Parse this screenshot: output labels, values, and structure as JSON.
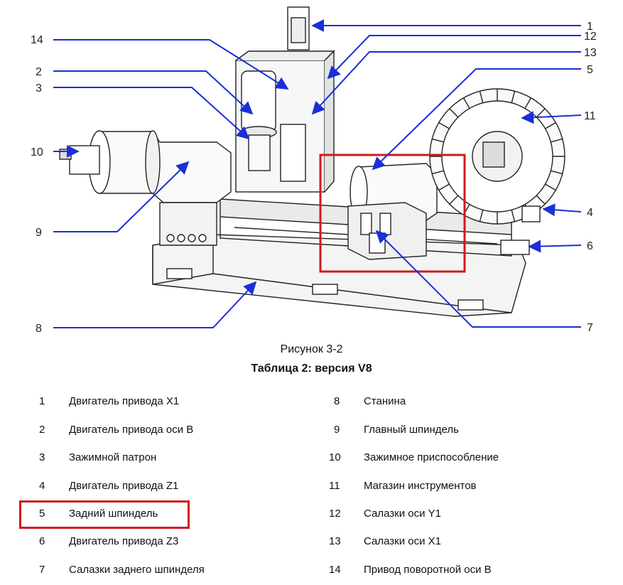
{
  "figure": {
    "callouts": [
      "1",
      "2",
      "3",
      "4",
      "5",
      "6",
      "7",
      "8",
      "9",
      "10",
      "11",
      "12",
      "13",
      "14"
    ],
    "highlight_color": "#d0191f",
    "arrow_color": "#1a2fd6"
  },
  "caption": "Рисунок 3-2",
  "table_title": "Таблица 2: версия V8",
  "legend": {
    "left": [
      {
        "num": "1",
        "text": "Двигатель привода X1"
      },
      {
        "num": "2",
        "text": "Двигатель привода оси B"
      },
      {
        "num": "3",
        "text": "Зажимной патрон"
      },
      {
        "num": "4",
        "text": "Двигатель привода Z1"
      },
      {
        "num": "5",
        "text": "Задний шпиндель"
      },
      {
        "num": "6",
        "text": "Двигатель привода Z3"
      },
      {
        "num": "7",
        "text": "Салазки заднего шпинделя"
      }
    ],
    "right": [
      {
        "num": "8",
        "text": "Станина"
      },
      {
        "num": "9",
        "text": "Главный шпиндель"
      },
      {
        "num": "10",
        "text": "Зажимное приспособление"
      },
      {
        "num": "11",
        "text": "Магазин инструментов"
      },
      {
        "num": "12",
        "text": "Салазки оси Y1"
      },
      {
        "num": "13",
        "text": "Салазки оси X1"
      },
      {
        "num": "14",
        "text": "Привод поворотной оси B"
      }
    ]
  }
}
